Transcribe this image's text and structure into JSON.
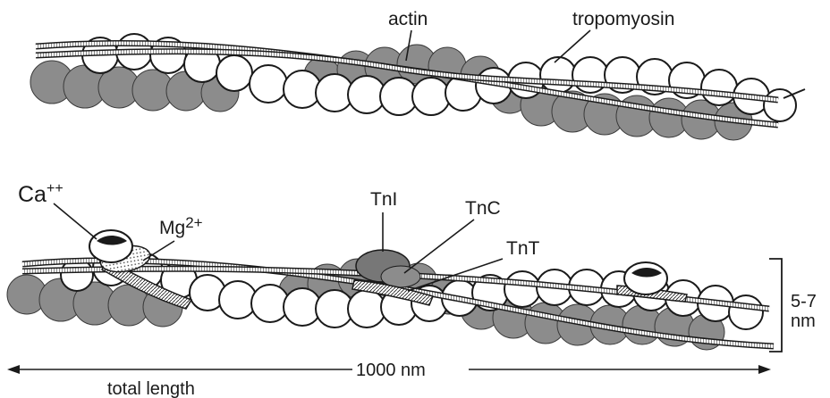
{
  "labels": {
    "actin": "actin",
    "tropomyosin": "tropomyosin",
    "calcium": "Ca",
    "calcium_charge": "++",
    "magnesium": "Mg",
    "magnesium_charge": "2+",
    "tni": "TnI",
    "tnc": "TnC",
    "tnt": "TnT",
    "width_value": "5-7",
    "width_unit": "nm",
    "length_value": "1000 nm",
    "total_length": "total length"
  },
  "colors": {
    "gray_actin": "#8c8c8c",
    "white_actin": "#ffffff",
    "outline": "#1a1a1a"
  },
  "icons": {
    "calcium_site": "calcium-binding-eye-icon"
  }
}
